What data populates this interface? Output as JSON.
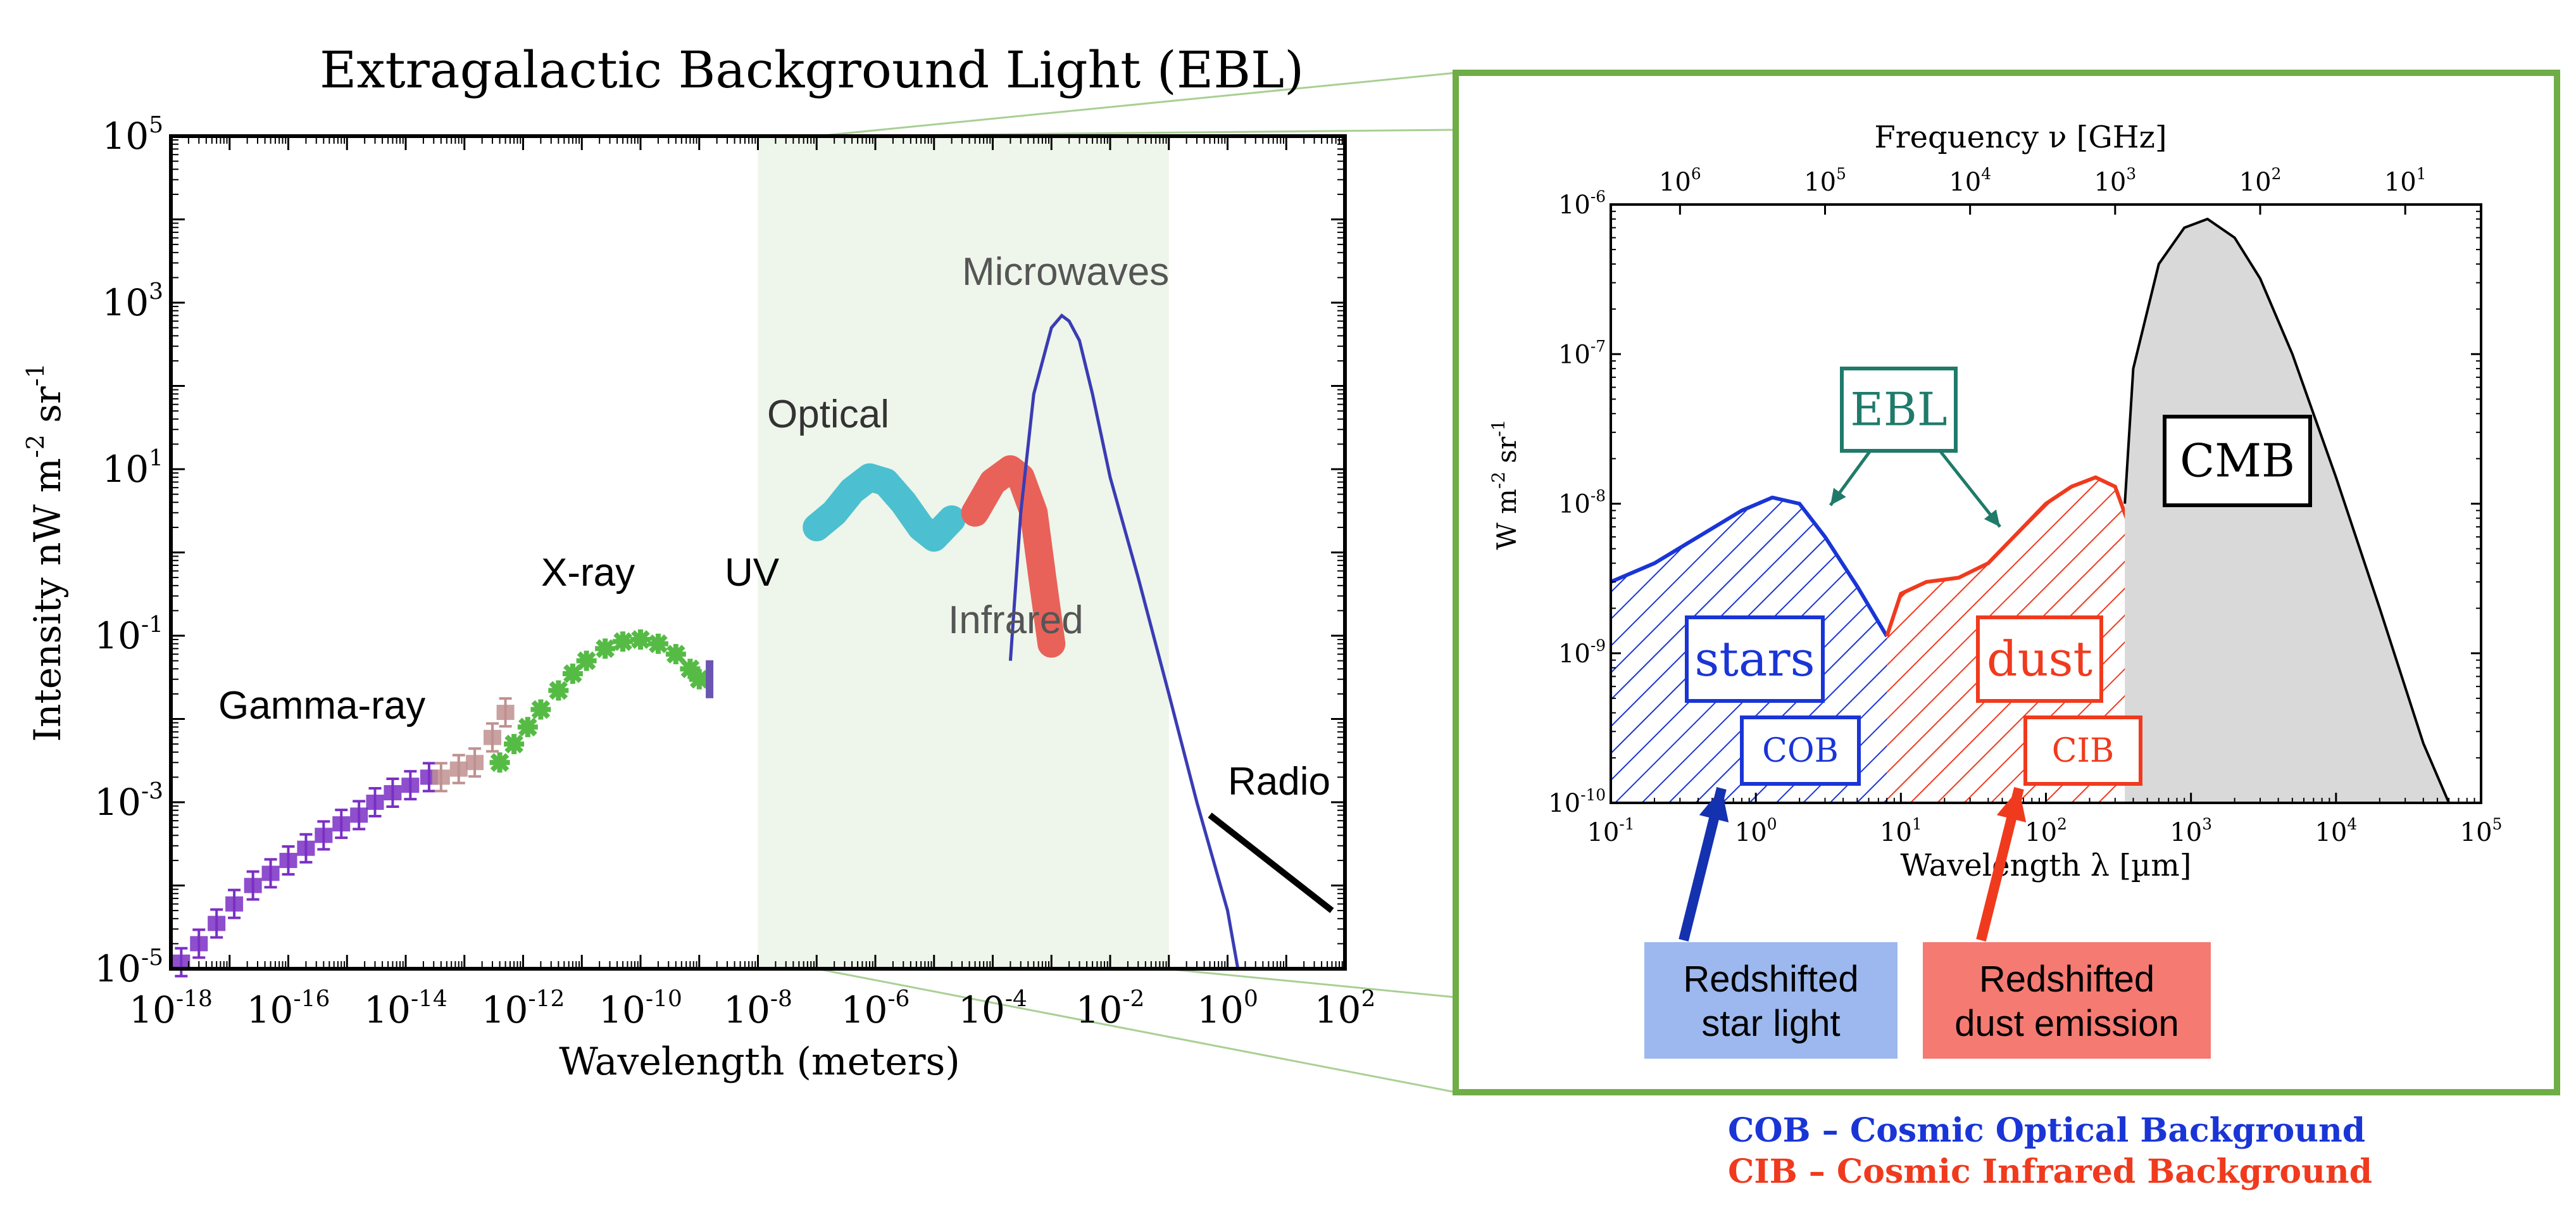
{
  "figure_title": "Extragalactic Background Light (EBL)",
  "colors": {
    "zoom_frame": "#6fad46",
    "shade": "#eef5ea",
    "gamma": "#7a2fc4",
    "xray": "#55bb45",
    "xray_err": "#c09090",
    "uv": "#6a55b0",
    "optical": "#4cc0d0",
    "infrared": "#e8625a",
    "microwave_curve": "#3a3cb4",
    "radio": "#000000",
    "stars": "#1a35d6",
    "dust": "#f03a1e",
    "cmb_fill": "#d9d9d9",
    "ebl_label": "#1f7a6a",
    "cob_box_fill": "#9cb8ee",
    "cib_box_fill": "#f47a72",
    "cob_text": "#1a35d6",
    "cib_text": "#f03a1e"
  },
  "chart_data": [
    {
      "type": "scatter",
      "title": "Extragalactic Background Light (EBL)",
      "xlabel": "Wavelength (meters)",
      "ylabel": "Intensity nW m^-2 sr^-1",
      "xscale": "log",
      "yscale": "log",
      "xlim": [
        1e-18,
        100
      ],
      "ylim": [
        1e-05,
        100000.0
      ],
      "grid": false,
      "x_ticks": [
        "10^-18",
        "10^-16",
        "10^-14",
        "10^-12",
        "10^-10",
        "10^-8",
        "10^-6",
        "10^-4",
        "10^-2",
        "10^0",
        "10^2"
      ],
      "y_ticks": [
        "10^-5",
        "10^-3",
        "10^-1",
        "10^1",
        "10^3",
        "10^5"
      ],
      "shaded_band": {
        "x_from": 1e-08,
        "x_to": 0.1
      },
      "region_labels": [
        "Gamma-ray",
        "X-ray",
        "UV",
        "Optical",
        "Infrared",
        "Microwaves",
        "Radio"
      ],
      "series": [
        {
          "name": "Gamma-ray",
          "style": "errorbars",
          "x": [
            1.5e-18,
            3e-18,
            6e-18,
            1.2e-17,
            2.5e-17,
            5e-17,
            1e-16,
            2e-16,
            4e-16,
            8e-16,
            1.6e-15,
            3e-15,
            6e-15,
            1.2e-14,
            2.5e-14
          ],
          "y": [
            1.2e-05,
            2e-05,
            3.5e-05,
            6e-05,
            0.0001,
            0.00014,
            0.0002,
            0.00028,
            0.0004,
            0.00055,
            0.0007,
            0.001,
            0.0013,
            0.0016,
            0.002
          ]
        },
        {
          "name": "X-ray",
          "style": "markers",
          "x": [
            4e-13,
            7e-13,
            1.2e-12,
            2e-12,
            4e-12,
            7e-12,
            1.2e-11,
            2.5e-11,
            5e-11,
            1e-10,
            2e-10,
            4e-10,
            7e-10,
            1e-09
          ],
          "y": [
            0.003,
            0.005,
            0.008,
            0.013,
            0.022,
            0.035,
            0.05,
            0.07,
            0.085,
            0.09,
            0.08,
            0.06,
            0.04,
            0.03
          ]
        },
        {
          "name": "X-ray (error bars)",
          "style": "errorbars",
          "x": [
            4e-14,
            8e-14,
            1.5e-13,
            3e-13,
            5e-13
          ],
          "y": [
            0.002,
            0.0025,
            0.003,
            0.006,
            0.012
          ]
        },
        {
          "name": "UV",
          "style": "bar",
          "x": [
            1.5e-09
          ],
          "y": [
            0.03
          ]
        },
        {
          "name": "Optical",
          "style": "band",
          "x": [
            1e-07,
            2e-07,
            4e-07,
            8e-07,
            1.5e-06,
            3e-06,
            6e-06,
            1e-05,
            2e-05
          ],
          "y": [
            2,
            3,
            5.5,
            8,
            7,
            4,
            2,
            1.5,
            2.5
          ]
        },
        {
          "name": "Infrared",
          "style": "band",
          "x": [
            5e-05,
            0.0001,
            0.0002,
            0.0003,
            0.0005,
            0.0007,
            0.001
          ],
          "y": [
            3,
            7,
            10,
            8,
            3,
            0.5,
            0.08
          ]
        },
        {
          "name": "Microwaves",
          "style": "line",
          "x": [
            0.0002,
            0.0003,
            0.0005,
            0.001,
            0.0015,
            0.002,
            0.003,
            0.005,
            0.01,
            0.03,
            0.1,
            0.3,
            1,
            1.5
          ],
          "y": [
            0.05,
            3,
            80,
            500,
            700,
            600,
            350,
            80,
            8,
            0.5,
            0.02,
            0.001,
            5e-05,
            1e-05
          ]
        },
        {
          "name": "Radio",
          "style": "line",
          "x": [
            0.5,
            60
          ],
          "y": [
            0.0007,
            5e-05
          ]
        }
      ]
    },
    {
      "type": "area",
      "ylabel": "W m^-2 sr^-1",
      "xlabel": "Wavelength λ [µm]",
      "x2label": "Frequency ν [GHz]",
      "xscale": "log",
      "yscale": "log",
      "xlim": [
        0.1,
        100000
      ],
      "ylim": [
        1e-10,
        1e-06
      ],
      "grid": false,
      "x_ticks": [
        "10^-1",
        "10^0",
        "10^1",
        "10^2",
        "10^3",
        "10^4",
        "10^5"
      ],
      "x2_ticks": [
        "10^6",
        "10^5",
        "10^4",
        "10^3",
        "10^2",
        "10^1"
      ],
      "y_ticks": [
        "10^-10",
        "10^-9",
        "10^-8",
        "10^-7",
        "10^-6"
      ],
      "labels": {
        "ebl": "EBL",
        "cmb": "CMB",
        "stars": "stars",
        "dust": "dust",
        "cob": "COB",
        "cib": "CIB"
      },
      "series": [
        {
          "name": "stars",
          "x": [
            0.1,
            0.2,
            0.4,
            0.8,
            1.3,
            2,
            3,
            5,
            8
          ],
          "y": [
            3e-09,
            4e-09,
            6e-09,
            9e-09,
            1.1e-08,
            1e-08,
            6e-09,
            2.8e-09,
            1.3e-09
          ]
        },
        {
          "name": "dust",
          "x": [
            8,
            10,
            15,
            25,
            40,
            60,
            100,
            150,
            220,
            300,
            400,
            600,
            900,
            1200,
            1300
          ],
          "y": [
            1.3e-09,
            2.5e-09,
            3e-09,
            3.2e-09,
            4e-09,
            6e-09,
            1e-08,
            1.3e-08,
            1.5e-08,
            1.3e-08,
            6e-09,
            2e-09,
            5e-10,
            1.5e-10,
            1e-10
          ]
        },
        {
          "name": "CMB",
          "x": [
            350,
            400,
            600,
            900,
            1300,
            2000,
            3000,
            5000,
            10000,
            20000,
            40000,
            60000
          ],
          "y": [
            1e-08,
            8e-08,
            4e-07,
            7e-07,
            8e-07,
            6e-07,
            3.2e-07,
            1e-07,
            1.5e-08,
            2e-09,
            2.5e-10,
            1e-10
          ]
        }
      ]
    }
  ],
  "annotations": {
    "cob_arrow_label": "Redshifted\nstar light",
    "cib_arrow_label": "Redshifted\ndust emission"
  },
  "legend": {
    "cob": "COB – Cosmic Optical Background",
    "cib": "CIB – Cosmic Infrared Background"
  }
}
